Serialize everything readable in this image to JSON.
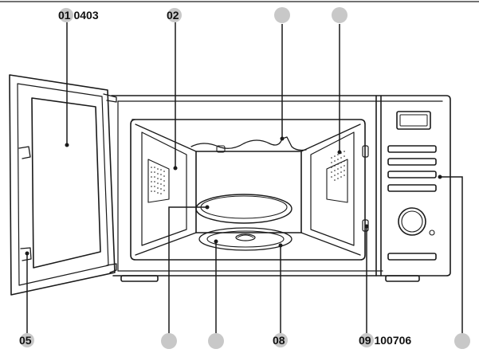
{
  "colors": {
    "line": "#1a1a1a",
    "marker": "#c8c8c8",
    "shade": "#d9d9d9",
    "background": "#ffffff"
  },
  "callouts": {
    "c1": {
      "number": "01",
      "code": "0403"
    },
    "c2": {
      "number": "02"
    },
    "c3": {
      "number": ""
    },
    "c4": {
      "number": ""
    },
    "c5": {
      "number": "05"
    },
    "c6": {
      "number": ""
    },
    "c7": {
      "number": ""
    },
    "c8": {
      "number": "08"
    },
    "c9": {
      "number": "09",
      "code": "100706"
    },
    "c10": {
      "number": ""
    }
  }
}
